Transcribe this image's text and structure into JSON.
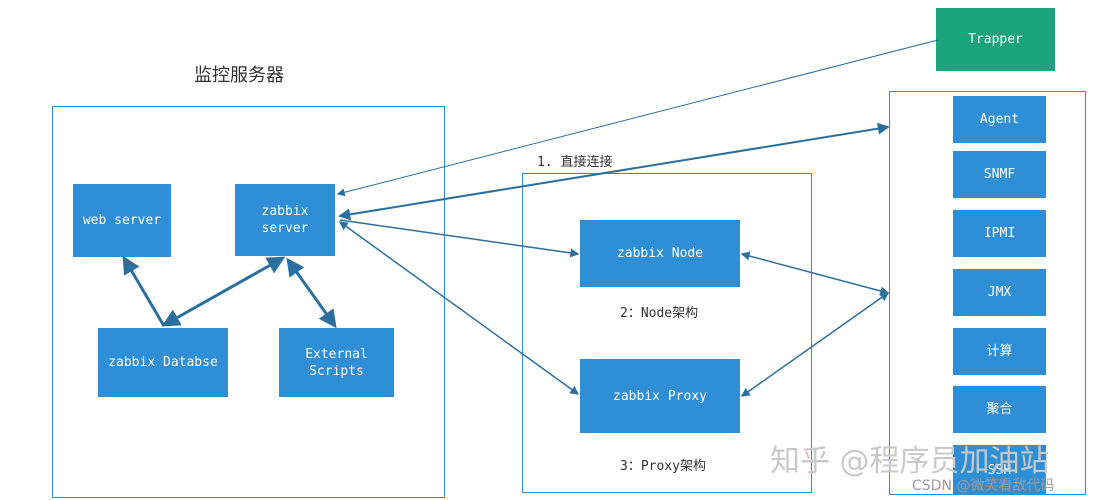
{
  "server_group": {
    "title": "监控服务器",
    "web_server": "web server",
    "zabbix_server": "zabbix\nserver",
    "database": "zabbix Databse",
    "external_scripts": "External\nScripts"
  },
  "middle_group": {
    "direct_label": "1. 直接连接",
    "node": "zabbix Node",
    "node_label": "2：Node架构",
    "proxy": "zabbix Proxy",
    "proxy_label": "3：Proxy架构"
  },
  "trapper": "Trapper",
  "agents": [
    "Agent",
    "SNMF",
    "IPMI",
    "JMX",
    "计算",
    "聚合",
    "SSH"
  ],
  "watermark": {
    "main": "知乎 @程序员加油站",
    "sub": "CSDN @微笑看敌代码"
  },
  "colors": {
    "box": "#2f8fd6",
    "trapper": "#1aa37c",
    "frame": "#2f8fcf",
    "arrow": "#2a6f9e"
  }
}
